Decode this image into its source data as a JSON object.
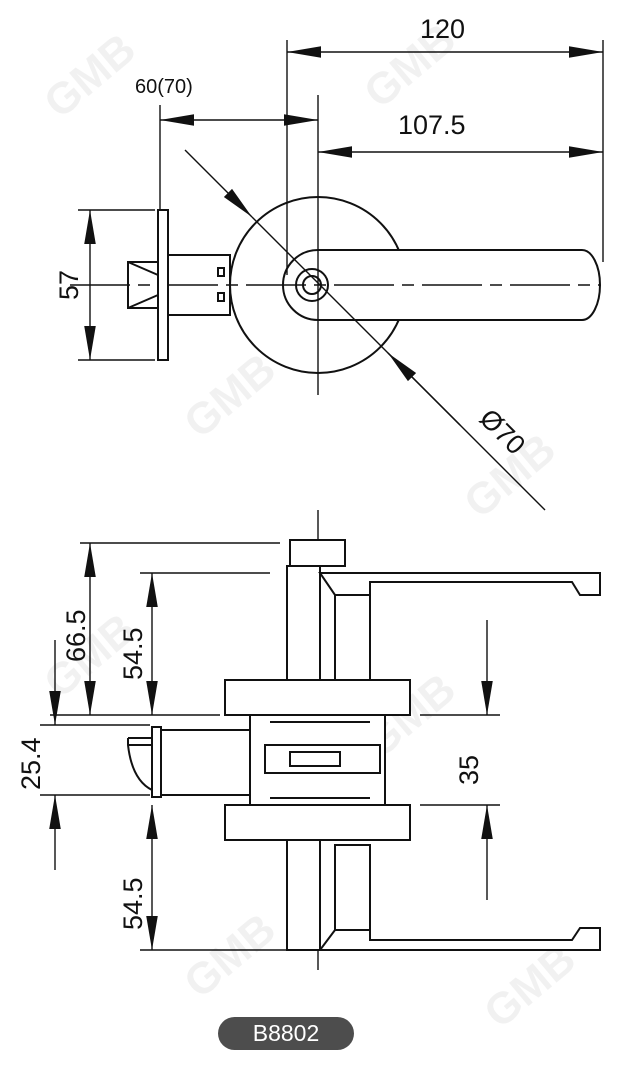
{
  "watermark": "GMB",
  "dimensions": {
    "overall_length": "120",
    "lever_length": "107.5",
    "backset": "60(70)",
    "latch_height": "57",
    "rose_diameter": "Ø70",
    "top_total": "66.5",
    "top_lever_offset": "54.5",
    "latch_face": "25.4",
    "rose_gap": "35",
    "bottom_lever_offset": "54.5"
  },
  "model": "B8802",
  "colors": {
    "line": "#111111",
    "badge": "#4d4d4d"
  }
}
